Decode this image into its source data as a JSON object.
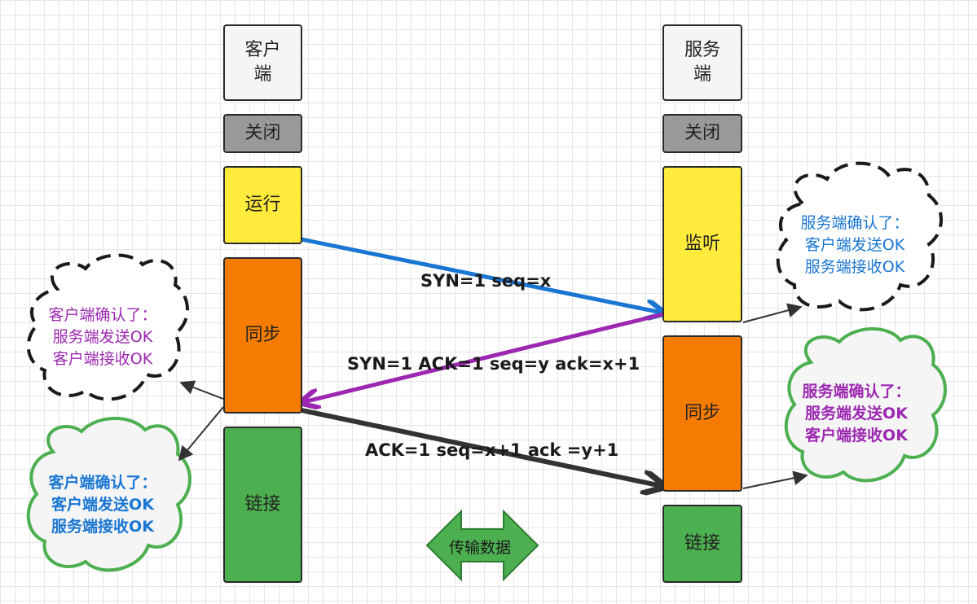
{
  "client": {
    "header": "客户\n端",
    "closed": "关闭",
    "running": "运行",
    "sync": "同步",
    "link": "链接"
  },
  "server": {
    "header": "服务\n端",
    "closed": "关闭",
    "listen": "监听",
    "sync": "同步",
    "link": "链接"
  },
  "messages": {
    "syn": "SYN=1 seq=x",
    "syn_ack": "SYN=1 ACK=1 seq=y ack=x+1",
    "ack": "ACK=1 seq=x+1 ack =y+1"
  },
  "transfer_label": "传输数据",
  "clouds": {
    "server_first": [
      "服务端确认了：",
      "客户端发送OK",
      "服务端接收OK"
    ],
    "client_first": [
      "客户端确认了：",
      "服务端发送OK",
      "客户端接收OK"
    ],
    "client_second": [
      "客户端确认了：",
      "客户端发送OK",
      "服务端接收OK"
    ],
    "server_second": [
      "服务端确认了：",
      "服务端发送OK",
      "客户端接收OK"
    ]
  },
  "colors": {
    "syn_arrow": "#1976d2",
    "syn_ack_arrow": "#9c27b0",
    "ack_arrow": "#333333",
    "blue_text": "#1976d2",
    "purple_text": "#9c27b0",
    "dashed_cloud_border": "#1a1a1a",
    "green_cloud_border": "#4caf50",
    "transfer_arrow": "#4caf50"
  }
}
